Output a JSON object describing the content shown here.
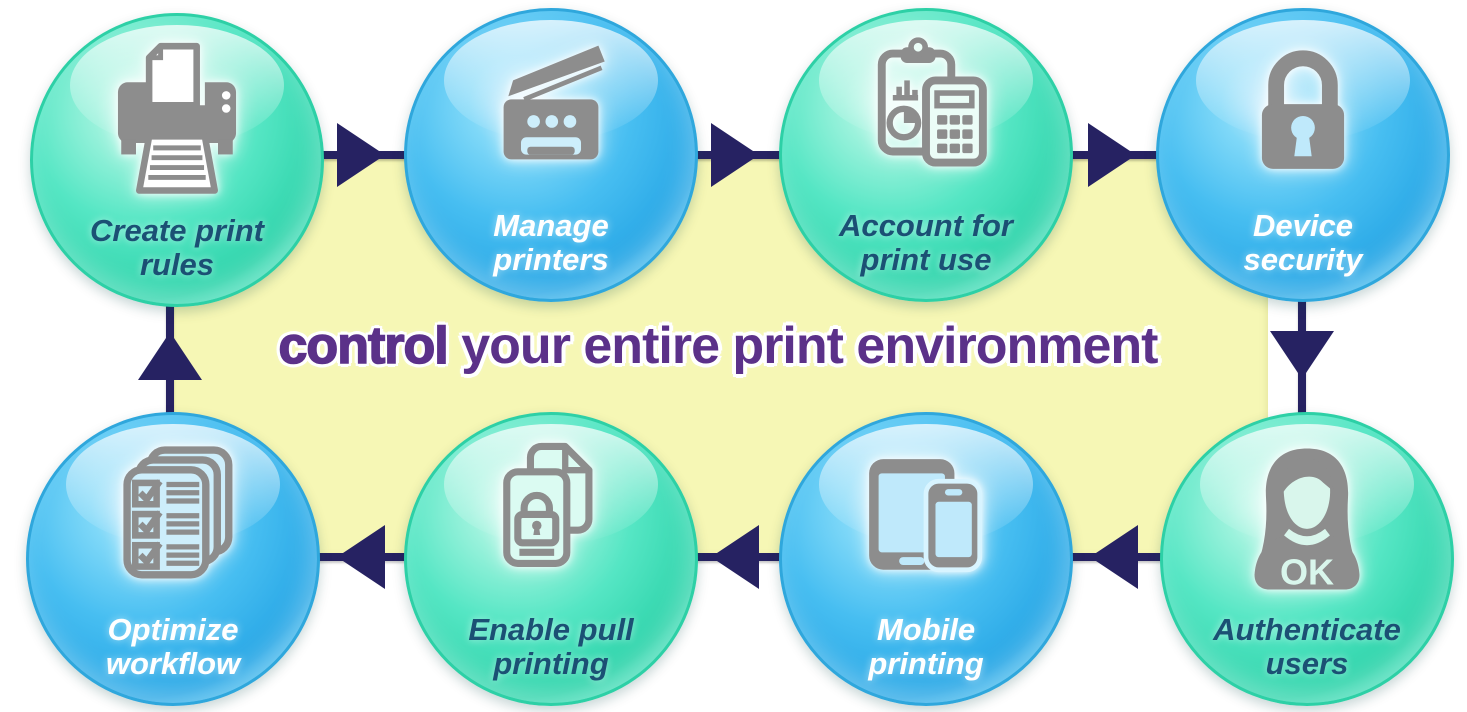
{
  "title": {
    "emphasis": "control",
    "rest": "your entire print environment"
  },
  "nodes": [
    {
      "id": "create-print-rules",
      "line1": "Create print",
      "line2": "rules",
      "icon": "printer-icon",
      "theme": "teal"
    },
    {
      "id": "manage-printers",
      "line1": "Manage",
      "line2": "printers",
      "icon": "copier-icon",
      "theme": "blue"
    },
    {
      "id": "account-for-print-use",
      "line1": "Account for",
      "line2": "print use",
      "icon": "report-calculator-icon",
      "theme": "teal"
    },
    {
      "id": "device-security",
      "line1": "Device",
      "line2": "security",
      "icon": "padlock-icon",
      "theme": "blue"
    },
    {
      "id": "authenticate-users",
      "line1": "Authenticate",
      "line2": "users",
      "icon": "user-ok-icon",
      "theme": "teal",
      "icon_text": "OK"
    },
    {
      "id": "mobile-printing",
      "line1": "Mobile",
      "line2": "printing",
      "icon": "tablet-phone-icon",
      "theme": "blue"
    },
    {
      "id": "enable-pull-printing",
      "line1": "Enable pull",
      "line2": "printing",
      "icon": "secure-documents-icon",
      "theme": "teal"
    },
    {
      "id": "optimize-workflow",
      "line1": "Optimize",
      "line2": "workflow",
      "icon": "checklist-icon",
      "theme": "blue"
    }
  ],
  "cycle_order": [
    "create-print-rules",
    "manage-printers",
    "account-for-print-use",
    "device-security",
    "authenticate-users",
    "mobile-printing",
    "enable-pull-printing",
    "optimize-workflow"
  ],
  "colors": {
    "background": "#ffffff",
    "panel_yellow": "#f6f7b5",
    "arrow_navy": "#262262",
    "headline_purple": "#5b3189",
    "teal_circle": "#3fe0ba",
    "blue_circle": "#38b6ee",
    "icon_gray": "#8d8d8d",
    "teal_label_navy": "#1b5074",
    "blue_label_white": "#ffffff"
  }
}
